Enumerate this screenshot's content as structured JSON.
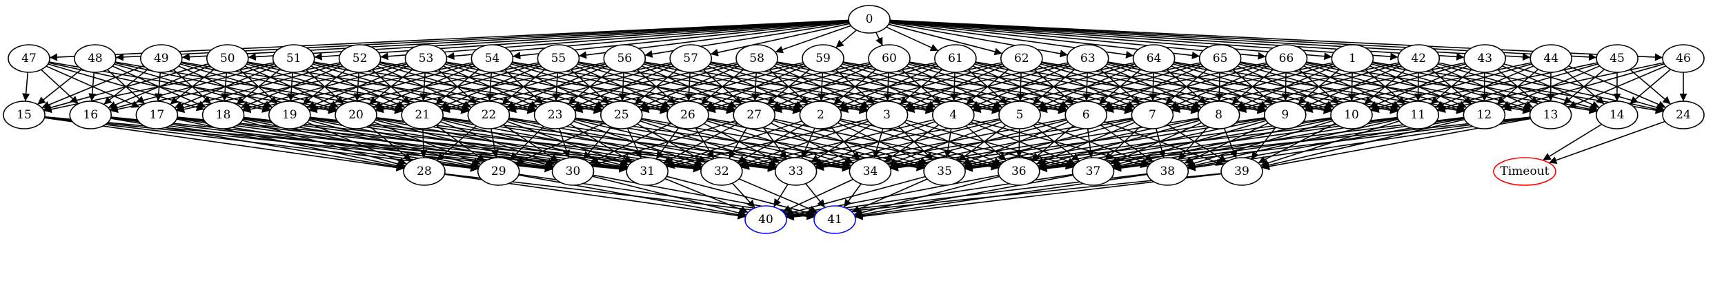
{
  "graph": {
    "colors": {
      "edge": "#000000",
      "default_border": "#000000",
      "terminal_border": "#0000ff",
      "timeout_border": "#ff0000"
    },
    "rows": [
      [
        "0"
      ],
      [
        "47",
        "48",
        "49",
        "50",
        "51",
        "52",
        "53",
        "54",
        "55",
        "56",
        "57",
        "58",
        "59",
        "60",
        "61",
        "62",
        "63",
        "64",
        "65",
        "66",
        "1",
        "42",
        "43",
        "44",
        "45",
        "46"
      ],
      [
        "15",
        "16",
        "17",
        "18",
        "19",
        "20",
        "21",
        "22",
        "23",
        "25",
        "26",
        "27",
        "2",
        "3",
        "4",
        "5",
        "6",
        "7",
        "8",
        "9",
        "10",
        "11",
        "12",
        "13",
        "14",
        "24"
      ],
      [
        "28",
        "29",
        "30",
        "31",
        "32",
        "33",
        "34",
        "35",
        "36",
        "37",
        "38",
        "39",
        "Timeout"
      ],
      [
        "40",
        "41"
      ]
    ],
    "terminal_nodes": [
      "40",
      "41"
    ],
    "timeout_nodes": [
      "Timeout"
    ],
    "edge_groups": [
      {
        "from": [
          "0"
        ],
        "to": [
          "47",
          "48",
          "49",
          "50",
          "51",
          "52",
          "53",
          "54",
          "55",
          "56",
          "57",
          "58",
          "59",
          "60",
          "61",
          "62",
          "63",
          "64",
          "65",
          "66",
          "1",
          "42",
          "43",
          "44",
          "45",
          "46"
        ]
      },
      {
        "from": [
          "47",
          "48",
          "49",
          "50",
          "51",
          "52",
          "53",
          "54",
          "55",
          "56",
          "57",
          "58",
          "59",
          "60",
          "61",
          "62",
          "63",
          "64",
          "65",
          "66",
          "1",
          "42",
          "43",
          "44",
          "45",
          "46"
        ],
        "to": [
          "15",
          "16",
          "17",
          "18",
          "19",
          "20",
          "21",
          "22",
          "23",
          "25",
          "26",
          "27",
          "2",
          "3",
          "4",
          "5",
          "6",
          "7",
          "8",
          "9",
          "10",
          "11",
          "12",
          "13",
          "14",
          "24"
        ],
        "window": 9
      },
      {
        "from": [
          "15",
          "16",
          "17",
          "18",
          "19",
          "20",
          "21",
          "22",
          "23",
          "25",
          "26",
          "27",
          "2",
          "3",
          "4",
          "5",
          "6",
          "7",
          "8",
          "9",
          "10",
          "11",
          "12",
          "13"
        ],
        "to": [
          "28",
          "29",
          "30",
          "31",
          "32",
          "33",
          "34",
          "35",
          "36",
          "37",
          "38",
          "39"
        ],
        "window": 6
      },
      {
        "from": [
          "14",
          "24"
        ],
        "to": [
          "Timeout"
        ]
      },
      {
        "from": [
          "28",
          "29",
          "30",
          "31",
          "32",
          "33",
          "34",
          "35",
          "36",
          "37",
          "38",
          "39"
        ],
        "to": [
          "40",
          "41"
        ]
      }
    ]
  }
}
